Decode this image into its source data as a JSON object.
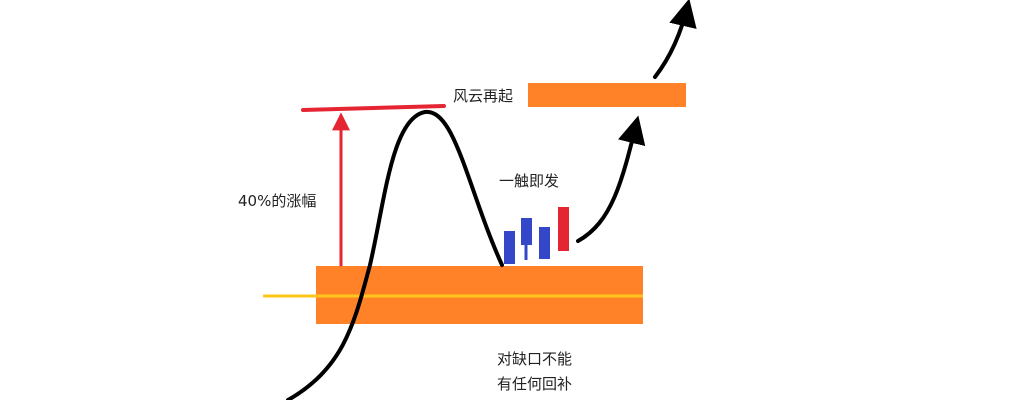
{
  "labels": {
    "resurgence": "风云再起",
    "imminent": "一触即发",
    "gain": "40%的涨幅",
    "gap_line1": "对缺口不能",
    "gap_line2": "有任何回补"
  },
  "colors": {
    "zone_orange": "#FF8128",
    "support_yellow": "#FFC61A",
    "gain_red": "#E52632",
    "candle_blue": "#3447C9",
    "candle_red": "#E52632",
    "curve_black": "#000000",
    "text": "#222222",
    "background": "#FFFFFF"
  }
}
